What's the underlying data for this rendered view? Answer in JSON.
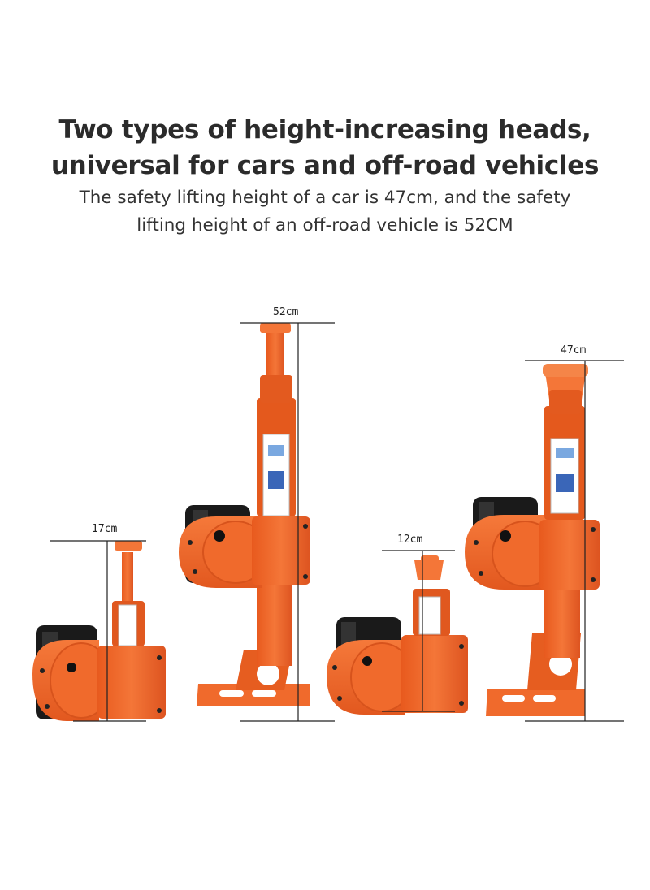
{
  "headline": {
    "line1": "Two types of height-increasing heads,",
    "line2": "universal for cars and off-road vehicles",
    "sub1": "The safety lifting height of a car is 47cm, and the safety",
    "sub2": "lifting height of an off-road vehicle is 52CM"
  },
  "measurements": {
    "jack1_min": "17cm",
    "jack1_max": "52cm",
    "jack2_min": "12cm",
    "jack2_max": "47cm"
  },
  "colors": {
    "jack_orange": "#f26a2c",
    "jack_dark": "#d9531a",
    "motor_black": "#1a1a1a",
    "line": "#222222"
  }
}
